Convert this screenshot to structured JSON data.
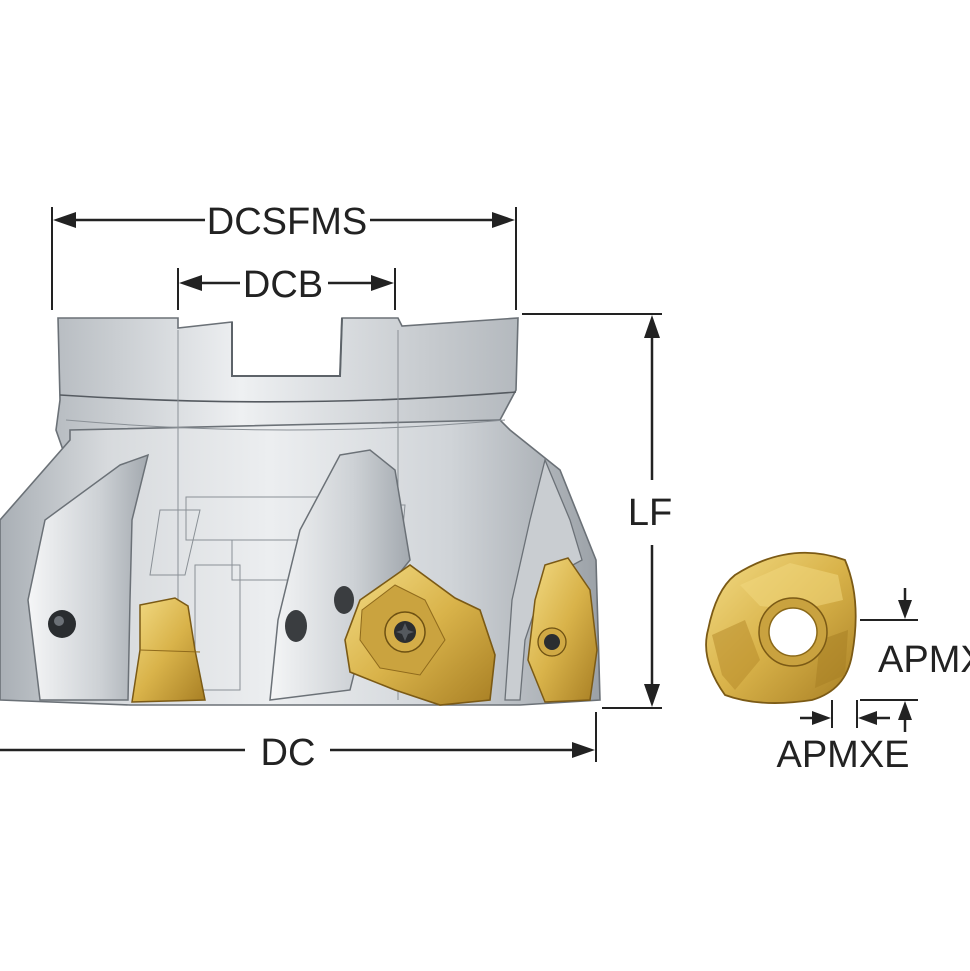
{
  "labels": {
    "dcsfms": "DCSFMS",
    "dcb": "DCB",
    "lf": "LF",
    "dc": "DC",
    "apmx": "APMX",
    "apmxe": "APMXE"
  },
  "colors": {
    "body_light": "#e4e6e8",
    "body_mid": "#c3c7cb",
    "body_dark": "#9aa0a6",
    "insert_gold": "#d9b34a",
    "insert_light": "#f0d77e",
    "insert_dark": "#a07a22",
    "line": "#222222"
  }
}
